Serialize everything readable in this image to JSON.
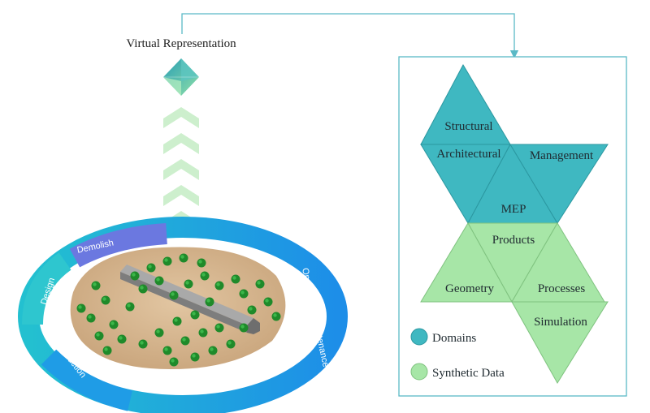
{
  "header": {
    "virtual_representation": "Virtual Representation"
  },
  "lifecycle": {
    "design": "Design",
    "demolish": "Demolish",
    "operation": "Operation & Maintenance",
    "construction": "Construction"
  },
  "diagram": {
    "structural": "Structural",
    "architectural": "Architectural",
    "management": "Management",
    "mep": "MEP",
    "products": "Products",
    "geometry": "Geometry",
    "processes": "Processes",
    "simulation": "Simulation"
  },
  "legend": {
    "domains": "Domains",
    "synthetic": "Synthetic Data"
  },
  "colors": {
    "domains": "#3fb8c1",
    "synthetic": "#a7e6a7",
    "ring_blue": "#1e8fea",
    "ring_cyan": "#2ec6cf",
    "ring_purple": "#6b78e0",
    "connector": "#5ab9c6",
    "ground": "#d7b894",
    "trees": "#1f8a2a"
  }
}
